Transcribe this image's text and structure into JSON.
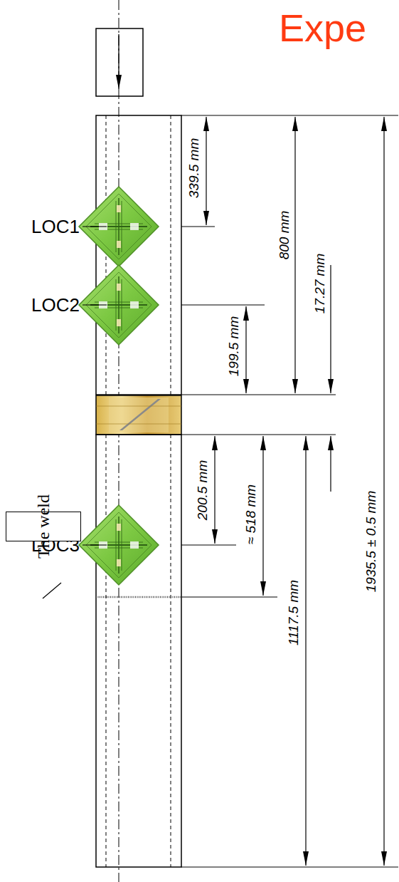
{
  "diagram": {
    "title": "Expe",
    "nodes": [
      {
        "text": [
          "The weld"
        ]
      }
    ],
    "labels": [
      "LOC1",
      "LOC2",
      "LOC3",
      "339.5 mm",
      "800 mm",
      "17.27 mm",
      "199.5 mm",
      "1935.5 ± 0.5 mm",
      "200.5 mm",
      "≈ 518 mm",
      "1117.5 mm"
    ]
  }
}
